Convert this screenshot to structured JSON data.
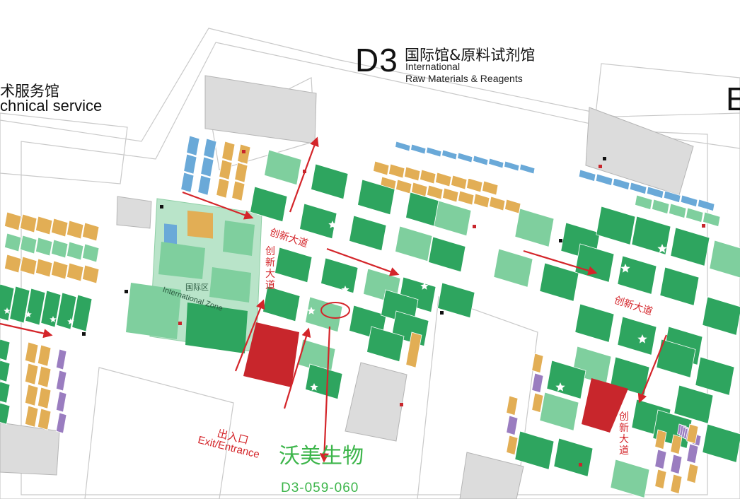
{
  "hall_d3": {
    "code": "D3",
    "name_zh": "国际馆&原料试剂馆",
    "name_en_line1": "International",
    "name_en_line2": "Raw Materials & Reagents"
  },
  "hall_left": {
    "name_zh_partial": "术服务馆",
    "name_en_partial": "chnical service"
  },
  "hall_right": {
    "code_partial": "E"
  },
  "international_zone": {
    "name_zh": "国际区",
    "name_en": "International Zone"
  },
  "road_label": "创新大道",
  "road_label_vertical": [
    "创",
    "新",
    "大",
    "道"
  ],
  "exit": {
    "name_zh": "出入口",
    "name_en": "Exit/Entrance"
  },
  "highlight_booth": {
    "company": "沃美生物",
    "booth": "D3-059-060"
  },
  "colors": {
    "booth_green": "#2ea55f",
    "booth_light_green": "#7fcf9e",
    "booth_orange": "#e2ae55",
    "booth_blue": "#6aa9d8",
    "booth_purple": "#9a7dc0",
    "booth_red": "#c8262c",
    "zone_fill": "#b9e4c9",
    "arrow_red": "#d4252a",
    "highlight_green": "#3cb54a"
  },
  "icons": [
    "booth-star-icon",
    "flow-arrow-icon",
    "location-circle-icon"
  ]
}
